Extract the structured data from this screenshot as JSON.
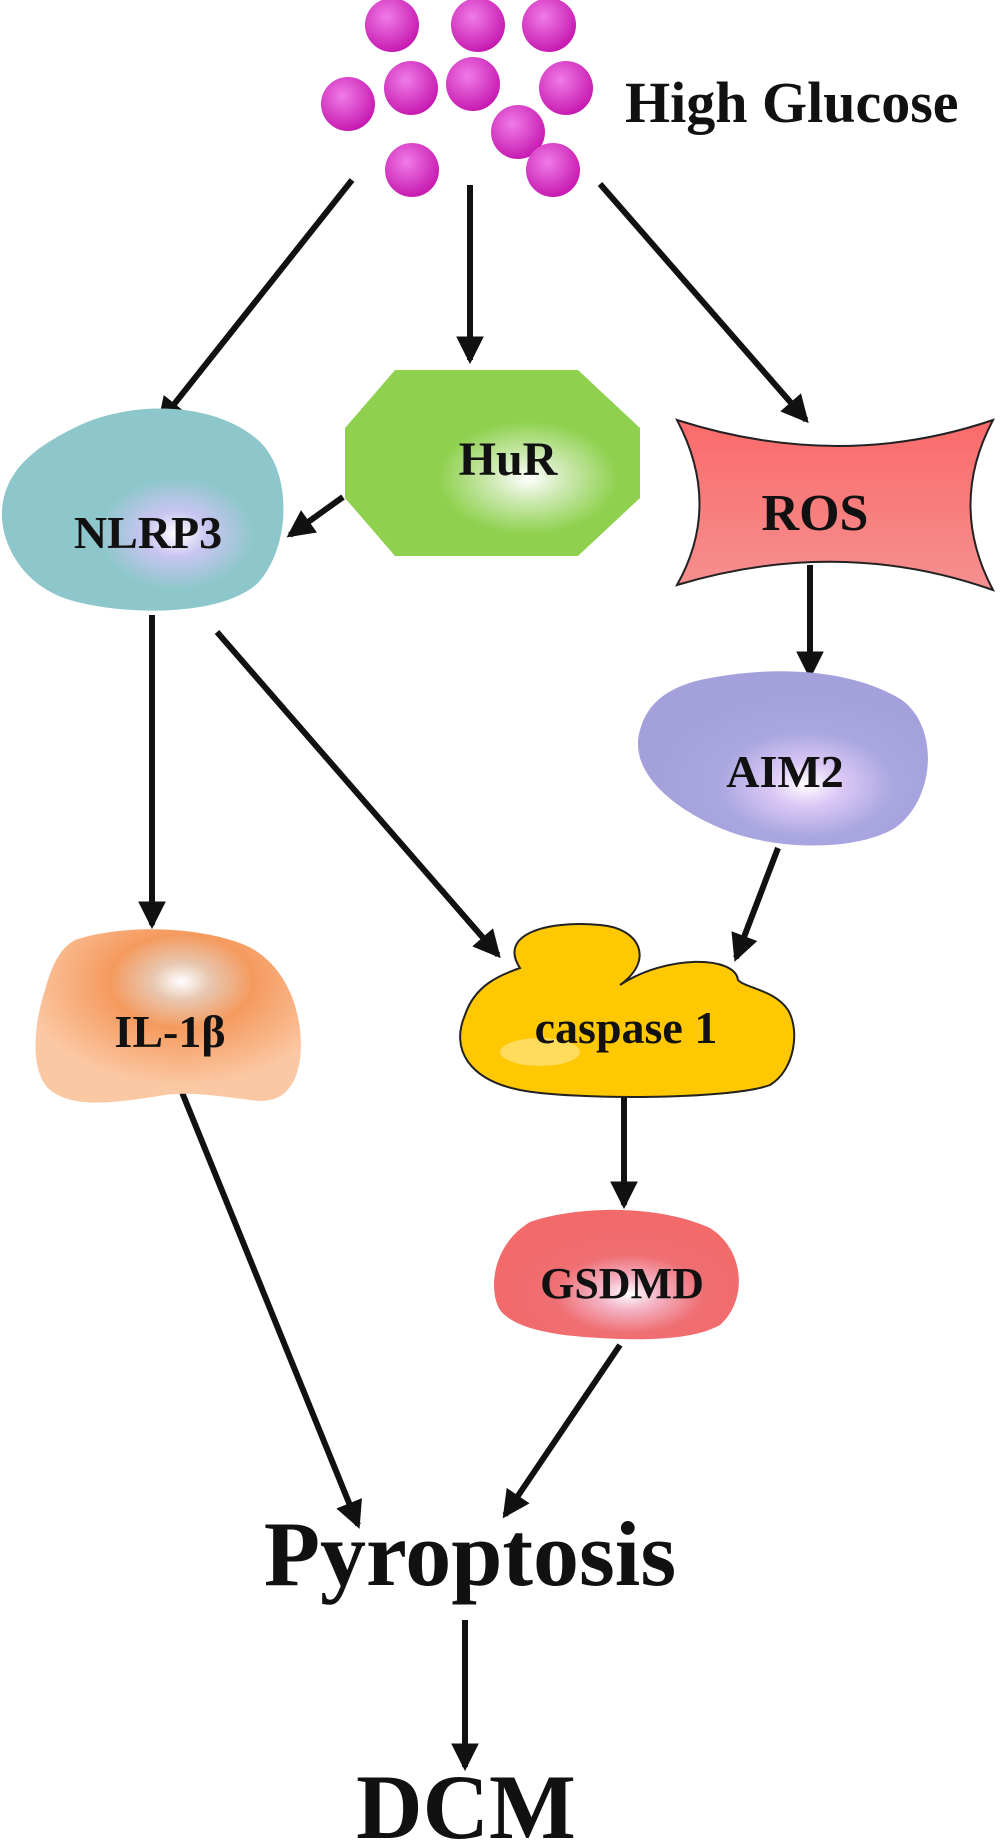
{
  "stimulus": {
    "label": "High Glucose",
    "color": "#d81bc4"
  },
  "nodes": {
    "hur": {
      "label": "HuR",
      "color": "#8fd14f"
    },
    "nlrp3": {
      "label": "NLRP3",
      "color": "#8ec7cb"
    },
    "ros": {
      "label": "ROS",
      "color": "#f47d7d"
    },
    "aim2": {
      "label": "AIM2",
      "color": "#a9a6e0"
    },
    "il1b": {
      "label": "IL-1β",
      "color": "#f5a56d"
    },
    "caspase1": {
      "label": "caspase 1",
      "color": "#ffc800"
    },
    "gsdmd": {
      "label": "GSDMD",
      "color": "#ef6f73"
    }
  },
  "outcomes": {
    "pyroptosis": {
      "label": "Pyroptosis"
    },
    "dcm": {
      "label": "DCM"
    }
  },
  "edges": [
    {
      "from": "high-glucose",
      "to": "nlrp3"
    },
    {
      "from": "high-glucose",
      "to": "hur"
    },
    {
      "from": "high-glucose",
      "to": "ros"
    },
    {
      "from": "hur",
      "to": "nlrp3"
    },
    {
      "from": "ros",
      "to": "aim2"
    },
    {
      "from": "nlrp3",
      "to": "il1b"
    },
    {
      "from": "nlrp3",
      "to": "caspase1"
    },
    {
      "from": "aim2",
      "to": "caspase1"
    },
    {
      "from": "caspase1",
      "to": "gsdmd"
    },
    {
      "from": "il1b",
      "to": "pyroptosis"
    },
    {
      "from": "gsdmd",
      "to": "pyroptosis"
    },
    {
      "from": "pyroptosis",
      "to": "dcm"
    }
  ]
}
